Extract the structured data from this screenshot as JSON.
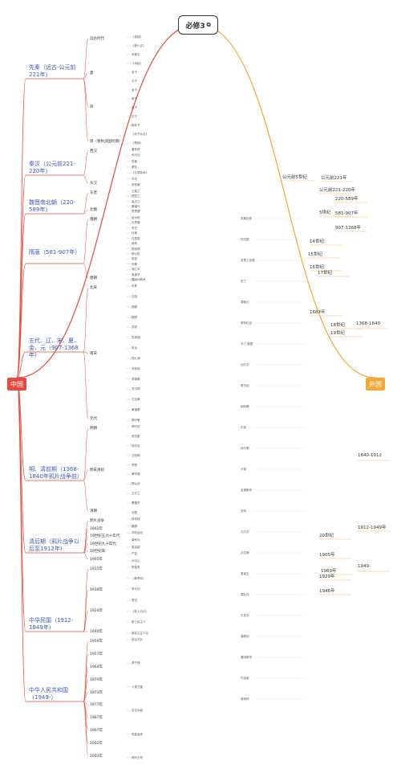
{
  "root": {
    "title": "必修3",
    "icon": "link-icon"
  },
  "left_root": "中国",
  "right_root": "外国",
  "colors": {
    "china": "#e34b3f",
    "foreign": "#f2a93b",
    "era_text": "#3b5bb5"
  },
  "eras": [
    {
      "label": "先秦（远古-公元前221年）",
      "subs": [
        "远古时代",
        "夏",
        "商",
        "周（春秋战国时期）"
      ],
      "items": [
        "《易经》",
        "《夏小正》",
        "甲骨文",
        "《诗经》",
        "老子",
        "孔子",
        "孟子",
        "荀子",
        "墨子",
        "庄子",
        "韩非子",
        "《孙子兵法》",
        "《楚辞》"
      ]
    },
    {
      "label": "秦汉（公元前221-220年）",
      "subs": [
        "西汉",
        "东汉"
      ],
      "items": [
        "董仲舒",
        "司马迁",
        "张衡",
        "蔡伦",
        "《九章算术》",
        "华佗",
        "张仲景"
      ]
    },
    {
      "label": "魏晋南北朝（220-589年）",
      "subs": [
        "东晋",
        "北魏"
      ],
      "items": [
        "王羲之",
        "顾恺之",
        "祖冲之",
        "郦道元",
        "贾思勰"
      ]
    },
    {
      "label": "隋唐（581-907年）",
      "subs": [
        "隋朝",
        "唐朝"
      ],
      "items": [
        "赵州桥",
        "孙思邈",
        "李白",
        "杜甫",
        "白居易",
        "韩愈",
        "颜真卿",
        "柳公权",
        "张旭",
        "怀素",
        "阎立本",
        "吴道子",
        "雕版印刷术"
      ]
    },
    {
      "label": "五代、辽、宋、夏、金、元（907-1368年）",
      "subs": [
        "北宋",
        "南宋",
        "元代"
      ],
      "items": [
        "毕昇",
        "沈括",
        "程颢",
        "程颐",
        "苏轼",
        "张择端",
        "朱熹",
        "陆九渊",
        "辛弃疾",
        "李清照",
        "关汉卿",
        "王实甫",
        "黄道婆",
        "郭守敬"
      ]
    },
    {
      "label": "明、清前期（1368-1840年鸦片战争前）",
      "subs": [
        "明朝",
        "明末清初",
        "清朝"
      ],
      "items": [
        "李时珍",
        "宋应星",
        "徐光启",
        "王阳明",
        "李贽",
        "黄宗羲",
        "顾炎武",
        "王夫之",
        "曹雪芹",
        "京剧"
      ]
    },
    {
      "label": "清后期（鸦片战争以后至1912年）",
      "subs": [
        "鸦片战争",
        "1842年",
        "19世纪五六十年代",
        "19世纪九十年代",
        "19世纪末",
        "1905年"
      ],
      "items": [
        "林则徐",
        "魏源",
        "洋务运动",
        "康有为",
        "梁启超",
        "严复",
        "孙中山"
      ]
    },
    {
      "label": "中华民国（1912-1949年）",
      "subs": [
        "1915年",
        "1918年",
        "1924年",
        "1940年"
      ],
      "items": [
        "陈独秀",
        "《新青年》",
        "李大钊",
        "鲁迅",
        "《狂人日记》",
        "新三民主义",
        "新民主主义论"
      ]
    },
    {
      "label": "中华人民共和国（1949-）",
      "subs": [
        "1956年",
        "1957年",
        "1964年",
        "1970年",
        "1973年",
        "1977年",
        "1987年",
        "1997年",
        "2002年",
        "2003年"
      ],
      "items": [
        "双百方针",
        "原子弹",
        "人造卫星",
        "杂交水稻",
        "恢复高考",
        "神舟五号"
      ]
    }
  ],
  "centuries": [
    "公元前5世纪",
    "公元前221年",
    "公元前221-220年",
    "220-589年",
    "5世纪",
    "581-907年",
    "907-1368年",
    "14世纪",
    "15世纪",
    "16世纪",
    "17世纪",
    "1687年",
    "18世纪",
    "1368-1840",
    "19世纪",
    "1840-1912",
    "1912-1949年",
    "1949-",
    "20世纪",
    "1905年",
    "1929年",
    "1946年",
    "1969年"
  ],
  "foreign_items": [
    "苏格拉底",
    "柏拉图",
    "亚里士多德",
    "但丁",
    "薄伽丘",
    "彼特拉克",
    "马丁·路德",
    "加尔文",
    "哥白尼",
    "伽利略",
    "牛顿",
    "伏尔泰",
    "卢梭",
    "孟德斯鸠",
    "瓦特",
    "达尔文",
    "法拉第",
    "爱迪生",
    "莫扎特",
    "贝多芬",
    "普朗克",
    "爱因斯坦",
    "毕加索",
    "卓别林"
  ]
}
